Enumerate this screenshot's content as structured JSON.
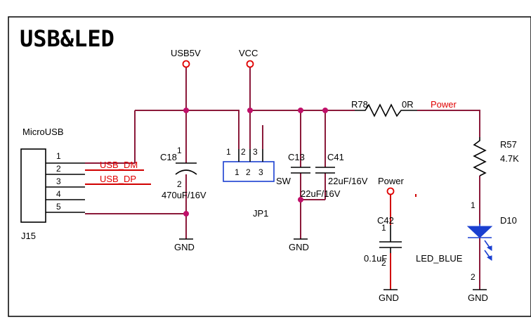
{
  "title": "USB&LED",
  "nets": {
    "usb5v": "USB5V",
    "vcc": "VCC",
    "power1": "Power",
    "power2": "Power",
    "gnd": "GND",
    "usb_dm": "USB_DM",
    "usb_dp": "USB_DP"
  },
  "connector": {
    "name": "MicroUSB",
    "ref": "J15",
    "pins": [
      "1",
      "2",
      "3",
      "4",
      "5"
    ]
  },
  "c18": {
    "ref": "C18",
    "value": "470uF/16V",
    "pin1": "1",
    "pin2": "2"
  },
  "jp1": {
    "ref": "JP1",
    "type": "SW",
    "pins": [
      "1",
      "2",
      "3"
    ]
  },
  "c13": {
    "ref": "C13",
    "value": "22uF/16V"
  },
  "c41": {
    "ref": "C41",
    "value": "22uF/16V"
  },
  "r78": {
    "ref": "R78",
    "value": "0R"
  },
  "r57": {
    "ref": "R57",
    "value": "4.7K"
  },
  "c42": {
    "ref": "C42",
    "value": "0.1uF",
    "pin1": "1",
    "pin2": "2"
  },
  "d10": {
    "ref": "D10",
    "value": "LED_BLUE",
    "pin1": "1",
    "pin2": "2"
  }
}
